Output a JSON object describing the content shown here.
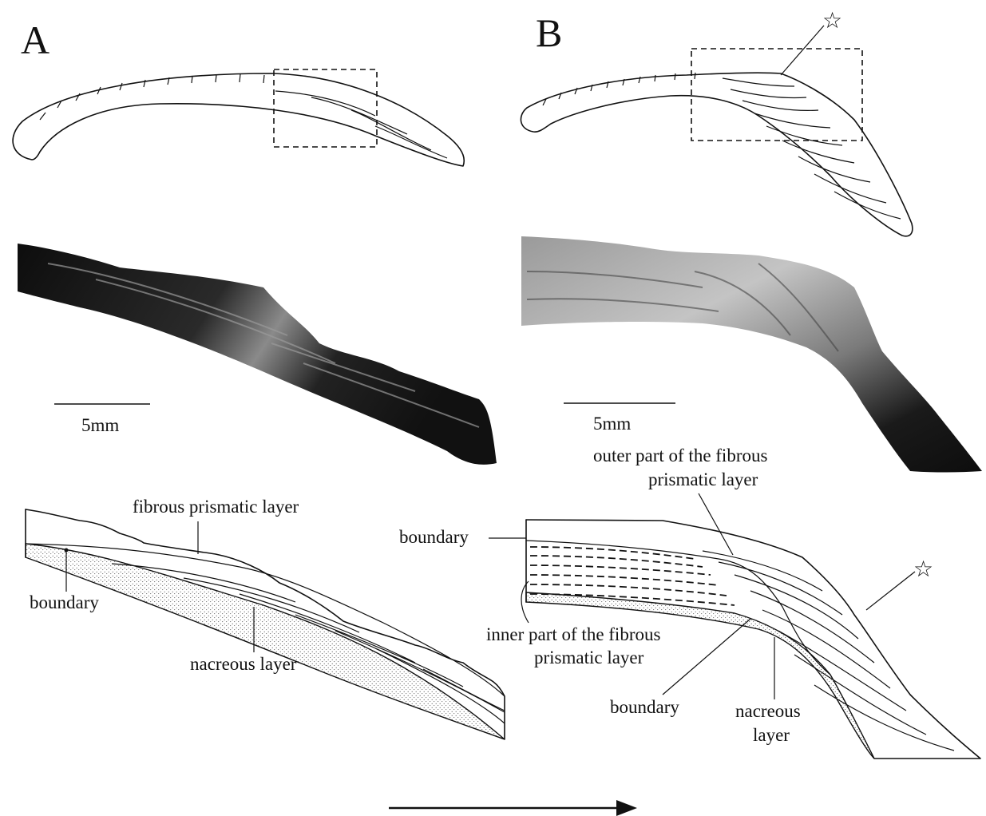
{
  "panels": {
    "a": {
      "letter": "A",
      "scale_label": "5mm"
    },
    "b": {
      "letter": "B",
      "scale_label": "5mm"
    }
  },
  "labels_a": {
    "fibrous_prismatic": "fibrous prismatic layer",
    "boundary": "boundary",
    "nacreous": "nacreous layer"
  },
  "labels_b": {
    "outer_line1": "outer part of the fibrous",
    "outer_line2": "prismatic layer",
    "boundary_top": "boundary",
    "inner_line1": "inner part of the fibrous",
    "inner_line2": "prismatic layer",
    "boundary_bottom": "boundary",
    "nacreous_line1": "nacreous",
    "nacreous_line2": "layer"
  },
  "markers": {
    "star": "☆"
  },
  "arrow": {
    "direction": "right"
  },
  "colors": {
    "ink": "#111111",
    "photo_dark": "#0d0d0d",
    "photo_light": "#bdbdbd",
    "stipple": "#555555"
  }
}
